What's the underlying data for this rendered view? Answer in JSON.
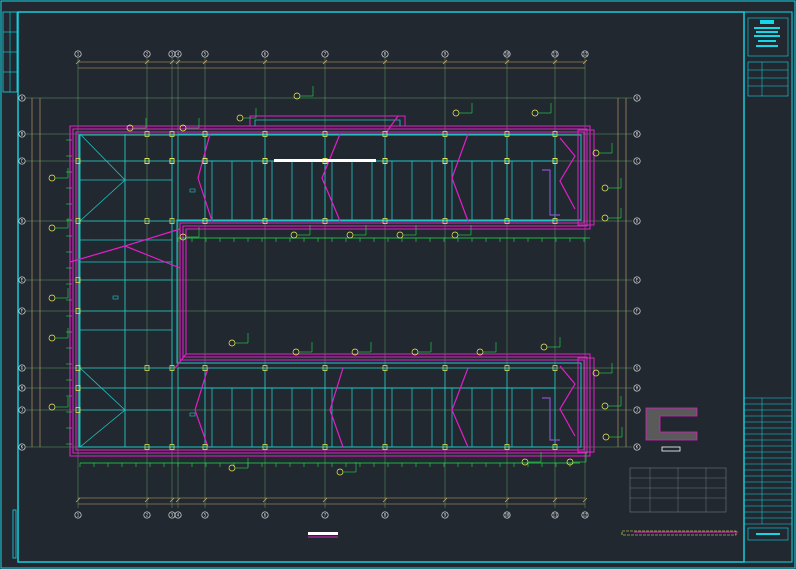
{
  "drawing": {
    "background": "#212830",
    "frame_color": "#14d8e8",
    "beam_color": "#1fc7c7",
    "slab_color": "#e21ec8",
    "grid_color": "#7bd07b",
    "dim_color": "#c9a76b",
    "rebar_color": "#22e04a",
    "tag_color": "#f0f05a",
    "wall_color": "#8a4fd0"
  },
  "axis_top": [
    "1",
    "2",
    "3",
    "4",
    "5",
    "6",
    "7",
    "8",
    "9",
    "10",
    "11",
    "12"
  ],
  "axis_left": [
    "A",
    "B",
    "C",
    "D",
    "E",
    "F",
    "G",
    "H",
    "J",
    "K"
  ],
  "title_block": {
    "rows": 22
  }
}
